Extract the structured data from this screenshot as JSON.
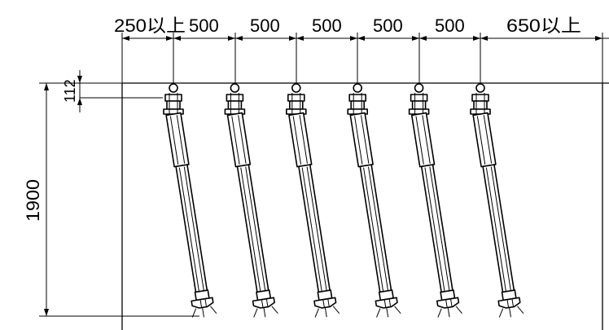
{
  "dimensions": {
    "top": [
      {
        "label": "250以上"
      },
      {
        "label": "500"
      },
      {
        "label": "500"
      },
      {
        "label": "500"
      },
      {
        "label": "500"
      },
      {
        "label": "500"
      },
      {
        "label": "650以上"
      }
    ],
    "top_offset_label": "112",
    "height_label": "1900"
  },
  "rack_count": 6
}
